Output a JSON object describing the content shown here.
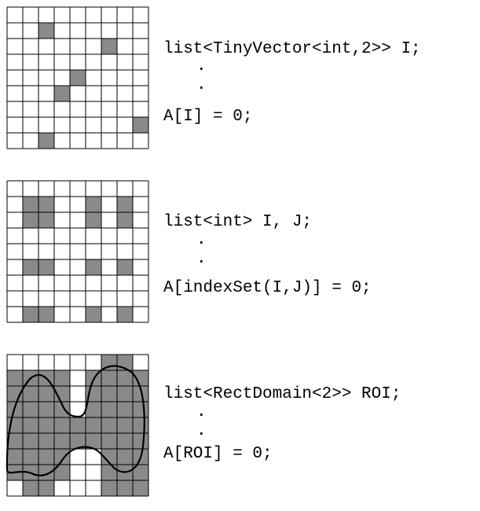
{
  "figure": {
    "panels": [
      {
        "id": "point-list",
        "grid": {
          "rows": 9,
          "cols": 9
        },
        "shaded_cells": [
          [
            1,
            2
          ],
          [
            2,
            6
          ],
          [
            4,
            4
          ],
          [
            5,
            3
          ],
          [
            7,
            8
          ],
          [
            8,
            2
          ]
        ],
        "code": {
          "declaration": "list<TinyVector<int,2>> I;",
          "dots": [
            ".",
            "."
          ],
          "statement": "A[I] = 0;"
        }
      },
      {
        "id": "index-set",
        "grid": {
          "rows": 9,
          "cols": 9
        },
        "shaded_rows": [
          1,
          2,
          5,
          8
        ],
        "shaded_cols": [
          1,
          2,
          5,
          7
        ],
        "code": {
          "declaration": "list<int> I, J;",
          "dots": [
            ".",
            "."
          ],
          "statement": "A[indexSet(I,J)] = 0;"
        }
      },
      {
        "id": "rect-domain",
        "grid": {
          "rows": 9,
          "cols": 9
        },
        "shaded_rects": [
          [
            0,
            6,
            1,
            2
          ],
          [
            1,
            0,
            1,
            4
          ],
          [
            1,
            5,
            1,
            4
          ],
          [
            2,
            0,
            1,
            4
          ],
          [
            2,
            5,
            1,
            4
          ],
          [
            3,
            0,
            1,
            4
          ],
          [
            3,
            5,
            1,
            4
          ],
          [
            4,
            0,
            2,
            9
          ],
          [
            6,
            0,
            2,
            4
          ],
          [
            6,
            6,
            2,
            3
          ],
          [
            8,
            1,
            1,
            2
          ],
          [
            8,
            6,
            1,
            3
          ]
        ],
        "has_outline_curve": true,
        "code": {
          "declaration": "list<RectDomain<2>> ROI;",
          "dots": [
            ".",
            "."
          ],
          "statement": "A[ROI] = 0;"
        }
      }
    ],
    "colors": {
      "shade": "#8a8a8a",
      "grid_line": "#000000",
      "curve": "#000000"
    }
  }
}
